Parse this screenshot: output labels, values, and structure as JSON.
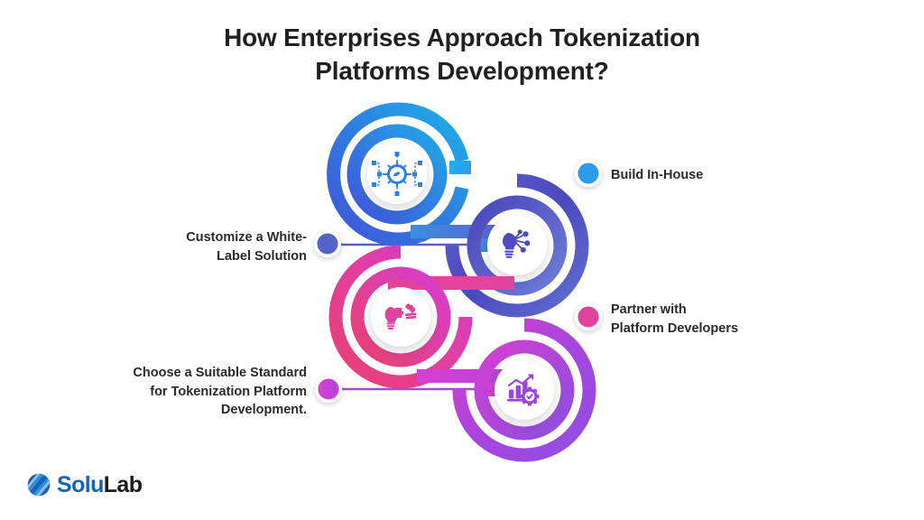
{
  "title": {
    "line1": "How Enterprises Approach Tokenization",
    "line2": "Platforms Development?"
  },
  "nodes": [
    {
      "id": "build-in-house",
      "label": "Build In-House",
      "side": "right",
      "icon": "network-gear-icon",
      "dot_color": "#2e9bea",
      "ring_color_start": "#3d57d6",
      "ring_color_end": "#22a7e8"
    },
    {
      "id": "customize-white-label",
      "label": "Customize a White-\nLabel Solution",
      "side": "left",
      "icon": "lightbulb-network-icon",
      "dot_color": "#5463c8",
      "ring_color_start": "#4e4bc0",
      "ring_color_end": "#6f7fd8"
    },
    {
      "id": "partner-platform-developers",
      "label": "Partner with\nPlatform Developers",
      "side": "right",
      "icon": "lightbulb-puzzle-icon",
      "dot_color": "#e0439c",
      "ring_color_start": "#e8426f",
      "ring_color_end": "#d23ad4"
    },
    {
      "id": "choose-suitable-standard",
      "label": "Choose a Suitable Standard\nfor Tokenization Platform\nDevelopment.",
      "side": "left",
      "icon": "growth-chart-gear-icon",
      "dot_color": "#a63fe0",
      "ring_color_start": "#d83fd0",
      "ring_color_end": "#8b4fe0"
    }
  ],
  "logo": {
    "name_primary": "Solu",
    "name_secondary": "Lab",
    "mark": "solulab-s-mark-icon"
  }
}
